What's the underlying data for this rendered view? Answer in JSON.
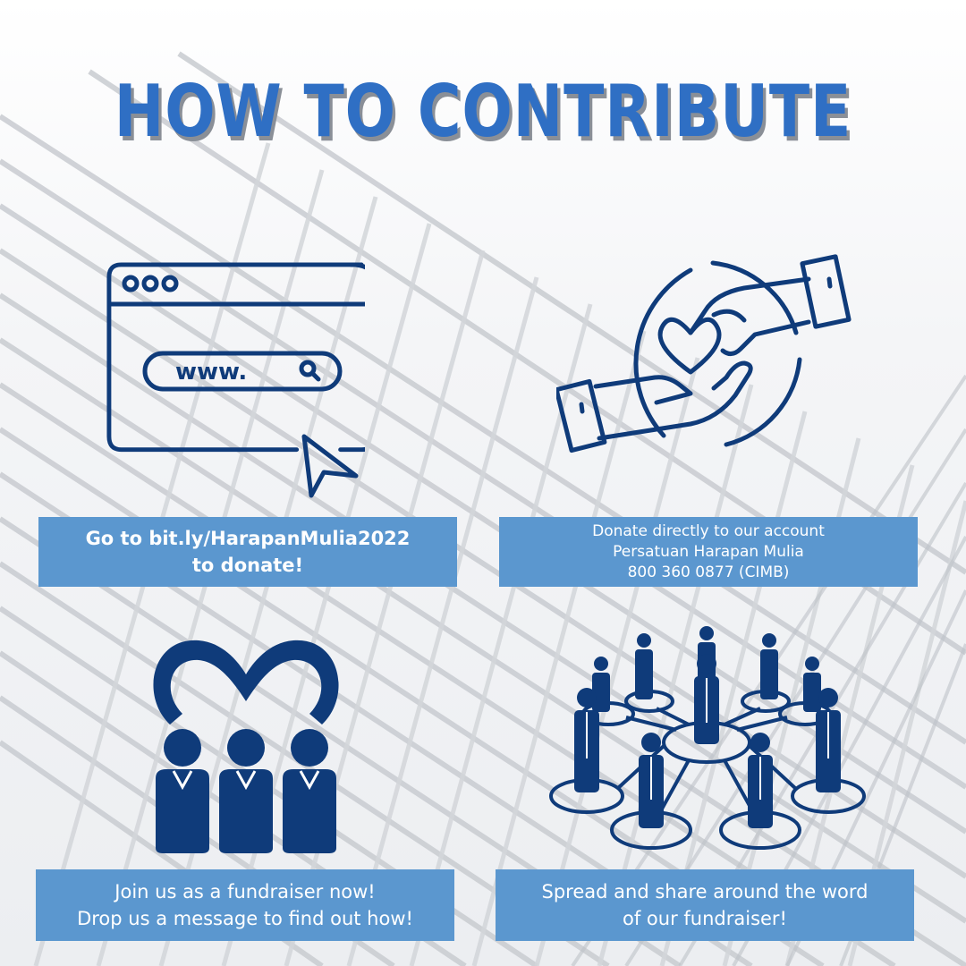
{
  "title": "HOW TO CONTRIBUTE",
  "colors": {
    "title": "#2f6fc4",
    "title_shadow": "#8a8f97",
    "icon": "#0f3b7a",
    "caption_bg": "#5b97cf",
    "caption_text": "#ffffff"
  },
  "sections": [
    {
      "icon": "browser-url-icon",
      "icon_text": "www.",
      "caption_lines": [
        "Go to bit.ly/HarapanMulia2022",
        "to donate!"
      ]
    },
    {
      "icon": "hand-giving-heart-icon",
      "caption_lines": [
        "Donate directly to our account",
        "Persatuan Harapan Mulia",
        "800 360 0877 (CIMB)"
      ]
    },
    {
      "icon": "heart-group-icon",
      "caption_lines": [
        "Join us as a fundraiser now!",
        "Drop us a message to find out how!"
      ]
    },
    {
      "icon": "people-network-icon",
      "caption_lines": [
        "Spread and share around the word",
        "of our fundraiser!"
      ]
    }
  ]
}
